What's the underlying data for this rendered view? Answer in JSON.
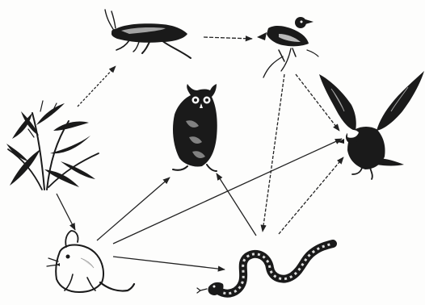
{
  "diagram": {
    "type": "food-web",
    "nodes": [
      {
        "id": "grass",
        "icon": "grass-plant-icon"
      },
      {
        "id": "grasshopper",
        "icon": "grasshopper-icon"
      },
      {
        "id": "bird",
        "icon": "small-bird-icon"
      },
      {
        "id": "owl",
        "icon": "owl-icon"
      },
      {
        "id": "hawk",
        "icon": "hawk-icon"
      },
      {
        "id": "mouse",
        "icon": "mouse-icon"
      },
      {
        "id": "snake",
        "icon": "snake-icon"
      }
    ],
    "edges": [
      {
        "from": "grass",
        "to": "grasshopper"
      },
      {
        "from": "grass",
        "to": "mouse"
      },
      {
        "from": "grasshopper",
        "to": "bird"
      },
      {
        "from": "bird",
        "to": "hawk"
      },
      {
        "from": "bird",
        "to": "snake"
      },
      {
        "from": "mouse",
        "to": "owl"
      },
      {
        "from": "mouse",
        "to": "hawk"
      },
      {
        "from": "mouse",
        "to": "snake"
      },
      {
        "from": "snake",
        "to": "owl"
      },
      {
        "from": "snake",
        "to": "hawk"
      }
    ],
    "colors": {
      "ink": "#1a1a1a",
      "background": "#fdfdfc"
    }
  }
}
